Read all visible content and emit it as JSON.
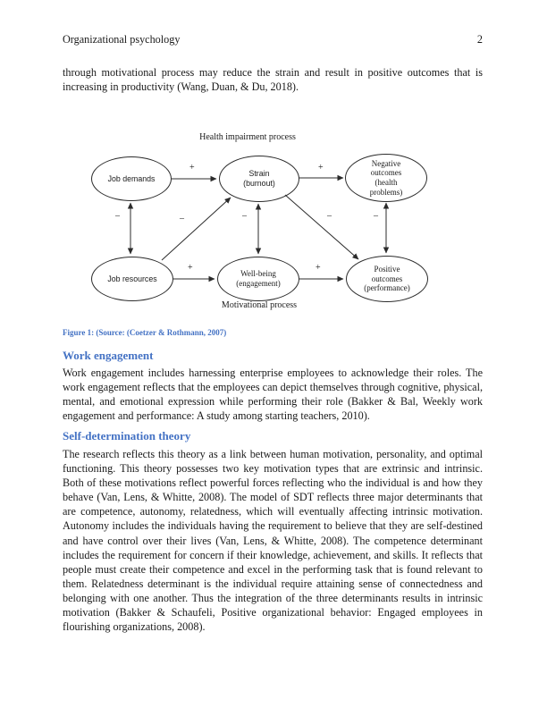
{
  "header": {
    "title": "Organizational psychology",
    "page_number": "2"
  },
  "paragraphs": {
    "intro": "through motivational process may reduce the strain and result in positive outcomes that is increasing in productivity (Wang, Duan, & Du, 2018).",
    "work_engagement": "Work engagement includes harnessing enterprise employees to acknowledge their roles. The work engagement reflects that the employees can depict themselves through cognitive, physical, mental, and emotional expression while performing their role (Bakker & Bal, Weekly work engagement and performance: A study among starting teachers, 2010).",
    "self_determination": "The research reflects this theory as a link between human motivation, personality, and optimal functioning. This theory possesses two key motivation types that are extrinsic and intrinsic. Both of these motivations reflect powerful forces reflecting who the individual is and how they behave (Van, Lens, & Whitte, 2008). The model of SDT reflects three major determinants that are competence, autonomy, relatedness, which will eventually affecting intrinsic motivation. Autonomy includes the individuals having the requirement to believe that they are self-destined and have control over their lives (Van, Lens, & Whitte, 2008). The competence determinant includes the requirement for concern if their knowledge, achievement, and skills. It reflects that people must create their competence and excel in the performing task that is found relevant to them. Relatedness determinant is the individual require attaining sense of connectedness and belonging with one another. Thus the integration of the three determinants results in intrinsic motivation (Bakker & Schaufeli, Positive organizational behavior: Engaged employees in flourishing organizations, 2008)."
  },
  "headings": {
    "work_engagement": "Work engagement",
    "self_determination": "Self-determination theory"
  },
  "figure": {
    "caption": "Figure 1: (Source: (Coetzer & Rothmann, 2007)",
    "process_top_label": "Health impairment process",
    "process_bottom_label": "Motivational process",
    "nodes": {
      "job_demands": "Job demands",
      "strain": "Strain\n(burnout)",
      "negative_outcomes": "Negative\noutcomes\n(health\nproblems)",
      "job_resources": "Job resources",
      "wellbeing": "Well-being\n(engagement)",
      "positive_outcomes": "Positive\noutcomes\n(performance)"
    },
    "edges": [
      {
        "from": "job_demands",
        "to": "strain",
        "sign": "+",
        "style": "single-arrow"
      },
      {
        "from": "strain",
        "to": "negative_outcomes",
        "sign": "+",
        "style": "single-arrow"
      },
      {
        "from": "job_resources",
        "to": "wellbeing",
        "sign": "+",
        "style": "single-arrow"
      },
      {
        "from": "wellbeing",
        "to": "positive_outcomes",
        "sign": "+",
        "style": "single-arrow"
      },
      {
        "from": "job_demands",
        "to": "job_resources",
        "sign": "–",
        "style": "double-arrow"
      },
      {
        "from": "strain",
        "to": "wellbeing",
        "sign": "–",
        "style": "double-arrow"
      },
      {
        "from": "negative_outcomes",
        "to": "positive_outcomes",
        "sign": "–",
        "style": "double-arrow"
      },
      {
        "from": "job_resources",
        "to": "strain",
        "sign": "–",
        "style": "single-arrow"
      },
      {
        "from": "strain",
        "to": "positive_outcomes",
        "sign": "–",
        "style": "single-arrow"
      }
    ]
  },
  "colors": {
    "heading_blue": "#4472C4",
    "caption_blue": "#4472C4",
    "body_text": "#1a1a1a",
    "diagram_stroke": "#2b2b2b"
  }
}
